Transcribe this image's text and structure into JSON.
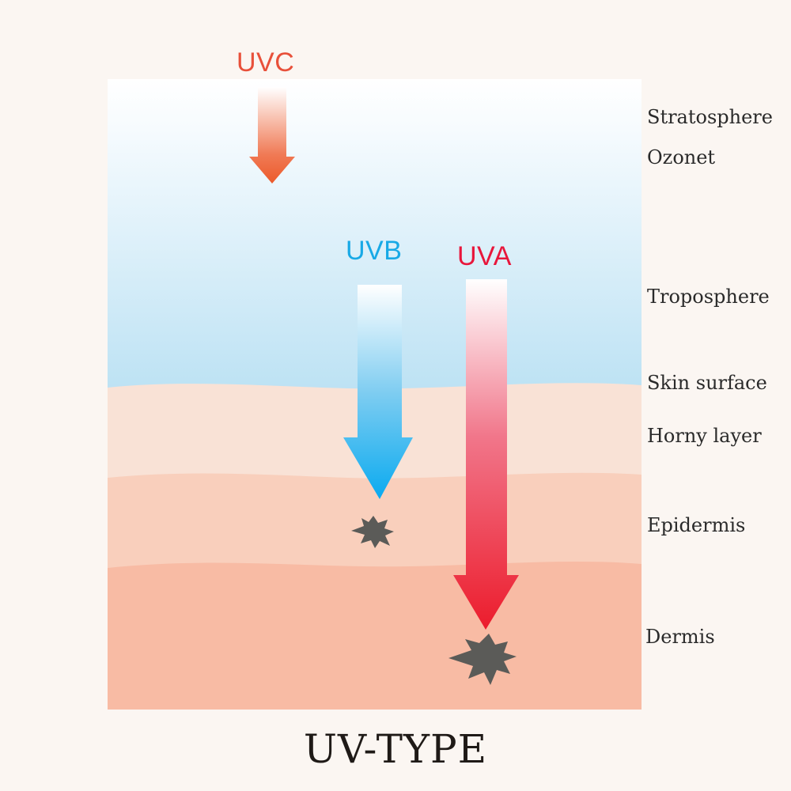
{
  "title": "UV-TYPE",
  "rays": [
    {
      "name": "UVC",
      "color": "#e8503a"
    },
    {
      "name": "UVB",
      "color": "#18a9e6"
    },
    {
      "name": "UVA",
      "color": "#e8163b"
    }
  ],
  "layers": [
    "Stratosphere",
    "Ozonet",
    "Troposphere",
    "Skin surface",
    "Horny layer",
    "Epidermis",
    "Dermis"
  ],
  "colors": {
    "page_background": "#fbf6f2",
    "sky_top": "#ffffff",
    "sky_bottom": "#b8e0f3",
    "horny_layer": "#f9e2d6",
    "epidermis": "#f9cfbc",
    "dermis": "#f8bba4",
    "damage_burst": "#5b5b58"
  },
  "icons": [
    "damage-burst-icon",
    "arrow-down-icon"
  ]
}
